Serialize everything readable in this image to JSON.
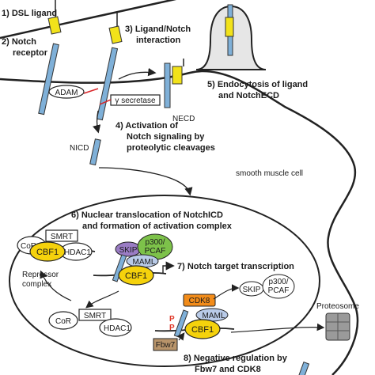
{
  "steps": {
    "s1": "1) DSL ligand",
    "s2a": "2) Notch",
    "s2b": "receptor",
    "s3a": "3) Ligand/Notch",
    "s3b": "interaction",
    "s4a": "4) Activation of",
    "s4b": "Notch signaling by",
    "s4c": "proteolytic cleavages",
    "s5a": "5) Endocytosis of ligand",
    "s5b": "and NotchECD",
    "s6a": "6) Nuclear translocation of NotchICD",
    "s6b": "and formation of activation complex",
    "s7": "7) Notch target transcription",
    "s8a": "8) Negative regulation by",
    "s8b": "Fbw7 and CDK8"
  },
  "labels": {
    "adam": "ADAM",
    "gamma": "γ secretase",
    "necd": "NECD",
    "nicd": "NICD",
    "smc": "smooth muscle cell",
    "cor": "CoR",
    "smrt": "SMRT",
    "hdac1": "HDAC1",
    "cbf1": "CBF1",
    "repressor1": "Repressor",
    "repressor2": "complex",
    "skip": "SKIP",
    "p300": "p300/",
    "pcaf": "PCAF",
    "maml": "MAML",
    "cdk8": "CDK8",
    "fbw7": "Fbw7",
    "p": "P",
    "proteosome": "Proteosome"
  },
  "colors": {
    "ligand": "#f2e21a",
    "receptor": "#7fb0d8",
    "cbf1": "#f5d20c",
    "skip": "#9a7cc4",
    "p300": "#7dc24a",
    "maml": "#b9cbe8",
    "cdk8": "#f28c1a",
    "fbw7": "#b8946a",
    "phospho": "#e03a2a",
    "cleave": "#d8262a"
  }
}
